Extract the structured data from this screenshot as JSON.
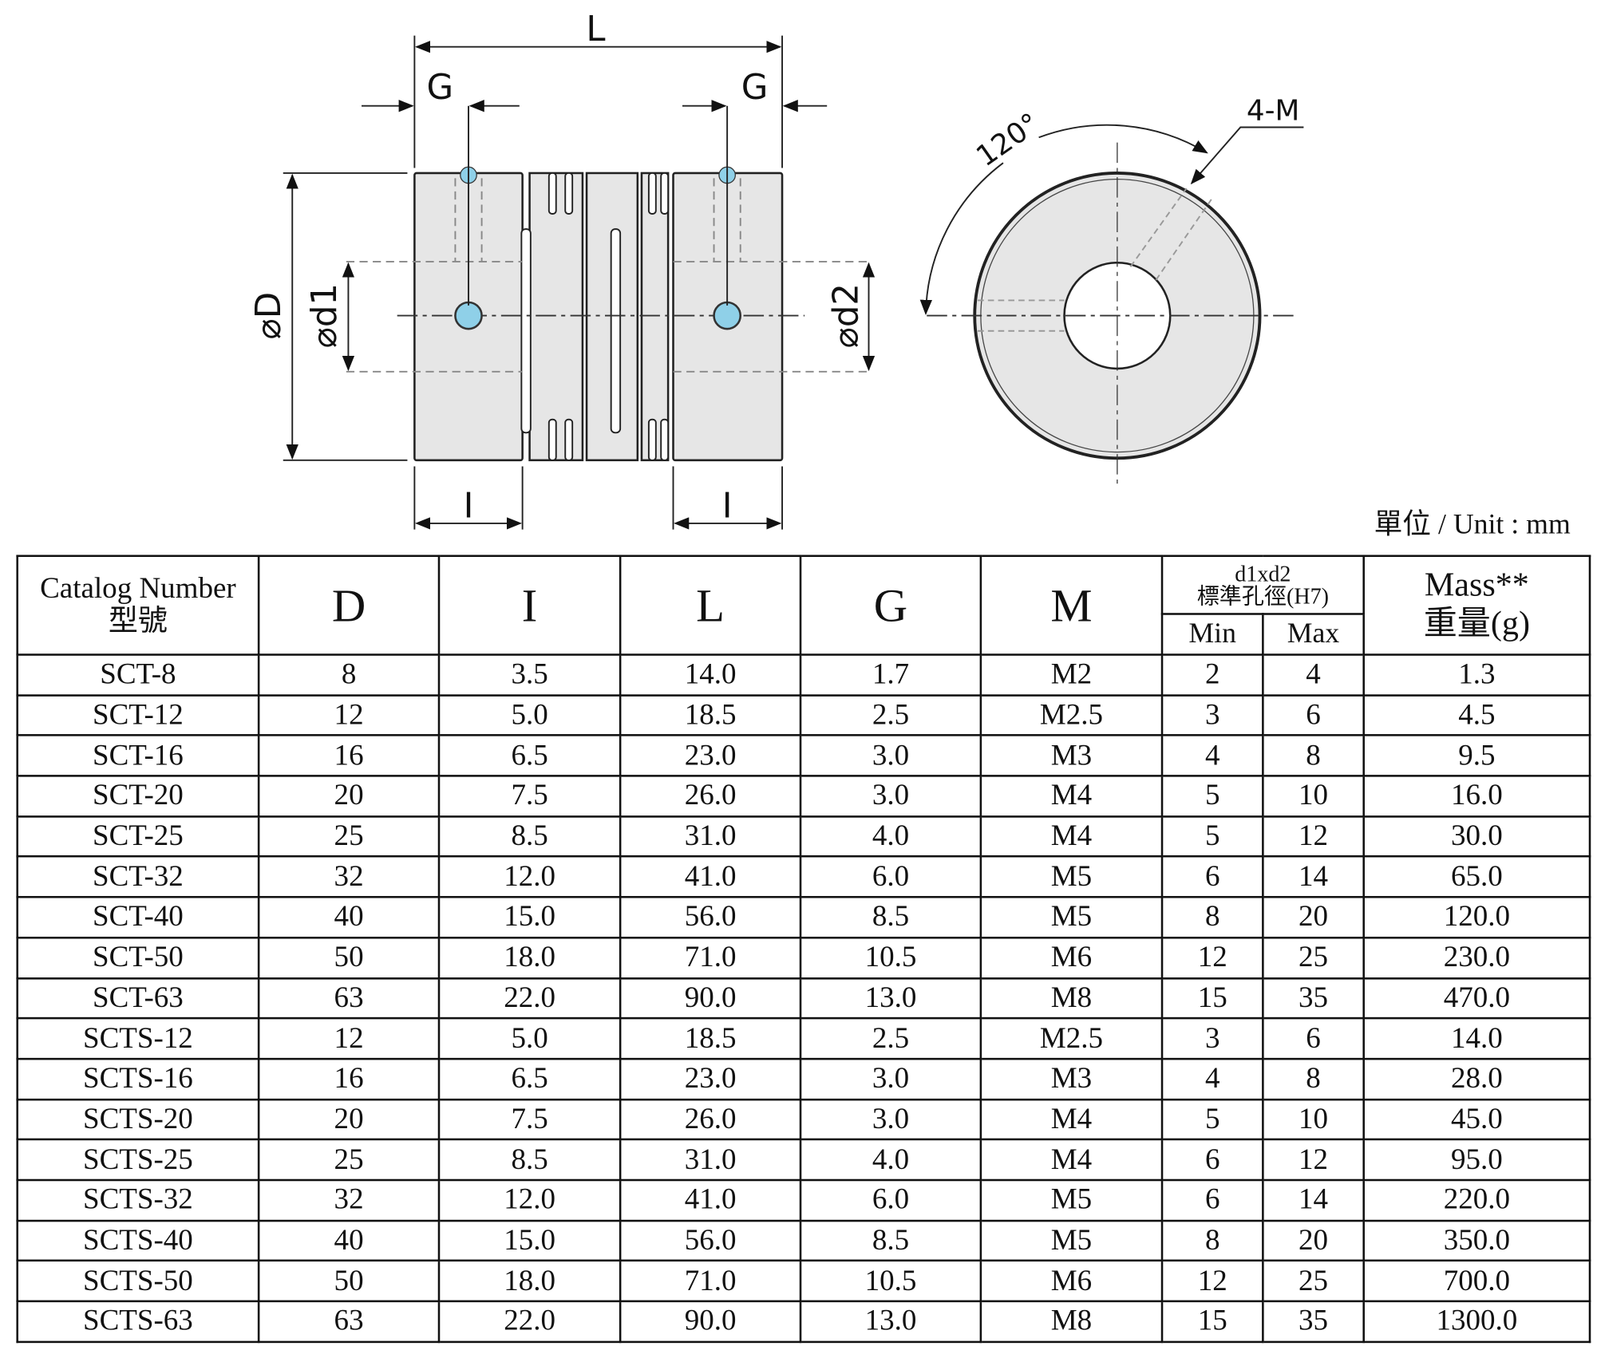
{
  "drawing": {
    "labels": {
      "L": "L",
      "G_left": "G",
      "G_right": "G",
      "D": "⌀D",
      "d1": "⌀d1",
      "d2": "⌀d2",
      "I_left": "I",
      "I_right": "I",
      "angle": "120°",
      "screws": "4-M"
    },
    "hub_color": "#e6e6e6",
    "screw_color": "#8fd0e8"
  },
  "unit_label": "單位 / Unit : mm",
  "table": {
    "headers": {
      "catalog": "Catalog Number",
      "catalog_zh": "型號",
      "D": "D",
      "I": "I",
      "L": "L",
      "G": "G",
      "M": "M",
      "bore": "d1xd2",
      "bore_zh": "標準孔徑(H7)",
      "min": "Min",
      "max": "Max",
      "mass": "Mass**",
      "mass_zh": "重量(g)"
    },
    "rows": [
      [
        "SCT-8",
        "8",
        "3.5",
        "14.0",
        "1.7",
        "M2",
        "2",
        "4",
        "1.3"
      ],
      [
        "SCT-12",
        "12",
        "5.0",
        "18.5",
        "2.5",
        "M2.5",
        "3",
        "6",
        "4.5"
      ],
      [
        "SCT-16",
        "16",
        "6.5",
        "23.0",
        "3.0",
        "M3",
        "4",
        "8",
        "9.5"
      ],
      [
        "SCT-20",
        "20",
        "7.5",
        "26.0",
        "3.0",
        "M4",
        "5",
        "10",
        "16.0"
      ],
      [
        "SCT-25",
        "25",
        "8.5",
        "31.0",
        "4.0",
        "M4",
        "5",
        "12",
        "30.0"
      ],
      [
        "SCT-32",
        "32",
        "12.0",
        "41.0",
        "6.0",
        "M5",
        "6",
        "14",
        "65.0"
      ],
      [
        "SCT-40",
        "40",
        "15.0",
        "56.0",
        "8.5",
        "M5",
        "8",
        "20",
        "120.0"
      ],
      [
        "SCT-50",
        "50",
        "18.0",
        "71.0",
        "10.5",
        "M6",
        "12",
        "25",
        "230.0"
      ],
      [
        "SCT-63",
        "63",
        "22.0",
        "90.0",
        "13.0",
        "M8",
        "15",
        "35",
        "470.0"
      ],
      [
        "SCTS-12",
        "12",
        "5.0",
        "18.5",
        "2.5",
        "M2.5",
        "3",
        "6",
        "14.0"
      ],
      [
        "SCTS-16",
        "16",
        "6.5",
        "23.0",
        "3.0",
        "M3",
        "4",
        "8",
        "28.0"
      ],
      [
        "SCTS-20",
        "20",
        "7.5",
        "26.0",
        "3.0",
        "M4",
        "5",
        "10",
        "45.0"
      ],
      [
        "SCTS-25",
        "25",
        "8.5",
        "31.0",
        "4.0",
        "M4",
        "6",
        "12",
        "95.0"
      ],
      [
        "SCTS-32",
        "32",
        "12.0",
        "41.0",
        "6.0",
        "M5",
        "6",
        "14",
        "220.0"
      ],
      [
        "SCTS-40",
        "40",
        "15.0",
        "56.0",
        "8.5",
        "M5",
        "8",
        "20",
        "350.0"
      ],
      [
        "SCTS-50",
        "50",
        "18.0",
        "71.0",
        "10.5",
        "M6",
        "12",
        "25",
        "700.0"
      ],
      [
        "SCTS-63",
        "63",
        "22.0",
        "90.0",
        "13.0",
        "M8",
        "15",
        "35",
        "1300.0"
      ]
    ]
  }
}
